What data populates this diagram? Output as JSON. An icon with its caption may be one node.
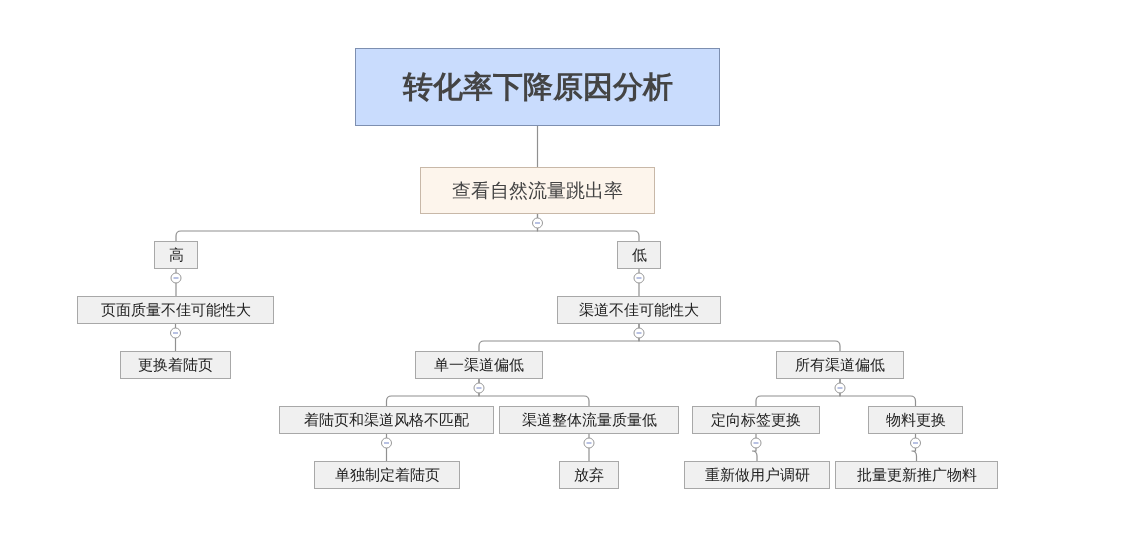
{
  "diagram": {
    "nodes": [
      {
        "text": [
          "转化率下降原因分析"
        ]
      },
      {
        "text": [
          "查看自然流量跳出率"
        ]
      },
      {
        "text": [
          "高"
        ]
      },
      {
        "text": [
          "低"
        ]
      },
      {
        "text": [
          "页面质量不佳可能性大"
        ]
      },
      {
        "text": [
          "渠道不佳可能性大"
        ]
      },
      {
        "text": [
          "更换着陆页"
        ]
      },
      {
        "text": [
          "单一渠道偏低"
        ]
      },
      {
        "text": [
          "所有渠道偏低"
        ]
      },
      {
        "text": [
          "着陆页和渠道风格不匹配"
        ]
      },
      {
        "text": [
          "渠道整体流量质量低"
        ]
      },
      {
        "text": [
          "定向标签更换"
        ]
      },
      {
        "text": [
          "物料更换"
        ]
      },
      {
        "text": [
          "单独制定着陆页"
        ]
      },
      {
        "text": [
          "放弃"
        ]
      },
      {
        "text": [
          "重新做用户调研"
        ]
      },
      {
        "text": [
          "批量更新推广物料"
        ]
      }
    ],
    "edges": [
      {
        "from": 0,
        "to": 1,
        "arrow": "none"
      },
      {
        "from": 1,
        "to": 2,
        "arrow": "none"
      },
      {
        "from": 1,
        "to": 3,
        "arrow": "none"
      },
      {
        "from": 2,
        "to": 4,
        "arrow": "none"
      },
      {
        "from": 3,
        "to": 5,
        "arrow": "none"
      },
      {
        "from": 4,
        "to": 6,
        "arrow": "none"
      },
      {
        "from": 5,
        "to": 7,
        "arrow": "none"
      },
      {
        "from": 5,
        "to": 8,
        "arrow": "none"
      },
      {
        "from": 7,
        "to": 9,
        "arrow": "none"
      },
      {
        "from": 7,
        "to": 10,
        "arrow": "none"
      },
      {
        "from": 9,
        "to": 13,
        "arrow": "none"
      },
      {
        "from": 10,
        "to": 14,
        "arrow": "none"
      },
      {
        "from": 8,
        "to": 11,
        "arrow": "none"
      },
      {
        "from": 8,
        "to": 12,
        "arrow": "none"
      },
      {
        "from": 11,
        "to": 15,
        "arrow": "none"
      },
      {
        "from": 12,
        "to": 16,
        "arrow": "none"
      }
    ]
  }
}
